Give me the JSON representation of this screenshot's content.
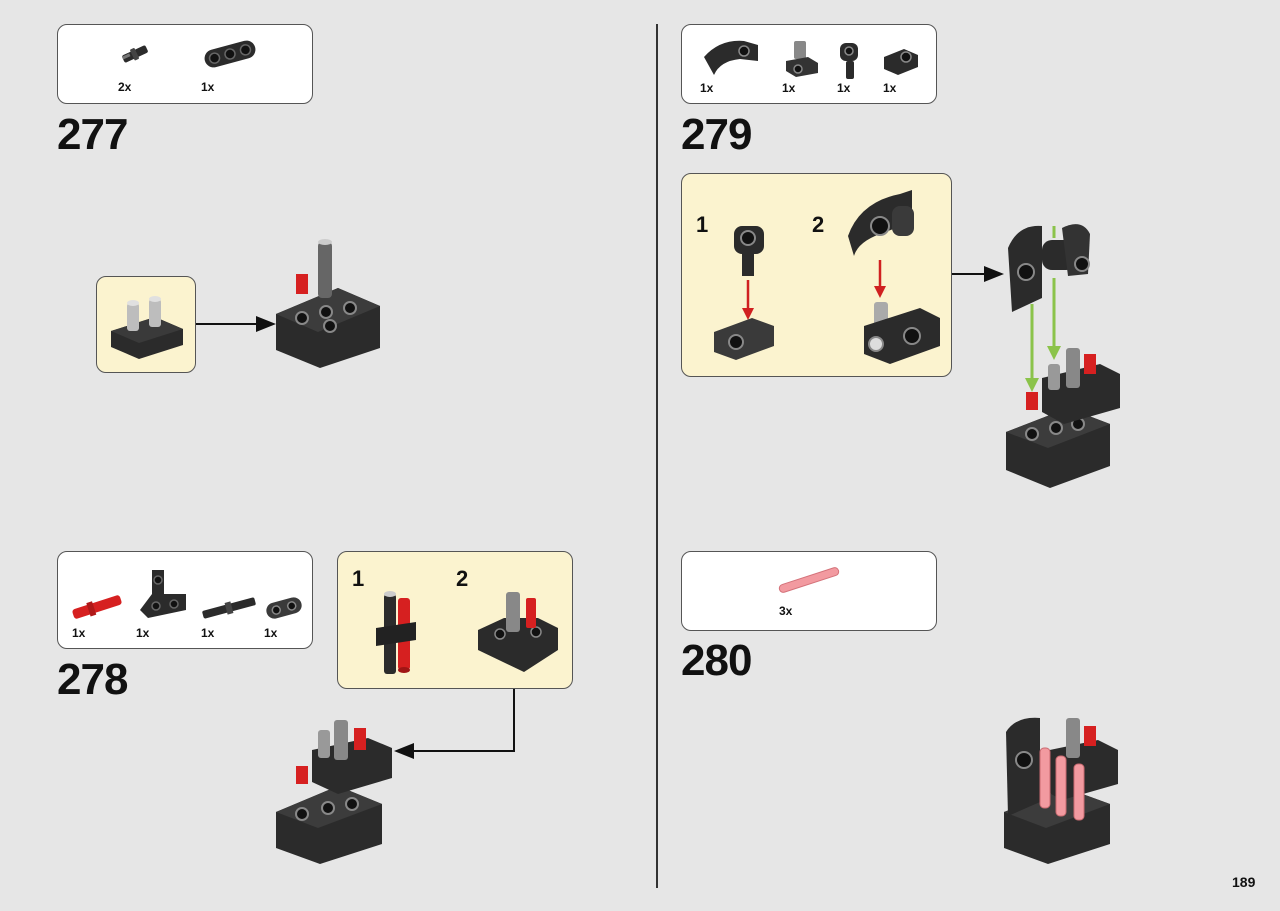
{
  "page": {
    "number": "189"
  },
  "colors": {
    "background": "#e6e6e6",
    "parts_box": "#ffffff",
    "sub_box": "#fbf3cf",
    "arrow": "#111111",
    "red_arrow": "#d02020",
    "green_arrow": "#8bc34a"
  },
  "steps": [
    {
      "number": "277",
      "parts": [
        "2x",
        "1x"
      ]
    },
    {
      "number": "278",
      "parts": [
        "1x",
        "1x",
        "1x",
        "1x"
      ],
      "substeps": [
        "1",
        "2"
      ]
    },
    {
      "number": "279",
      "parts": [
        "1x",
        "1x",
        "1x",
        "1x"
      ],
      "substeps": [
        "1",
        "2"
      ]
    },
    {
      "number": "280",
      "parts": [
        "3x"
      ]
    }
  ]
}
